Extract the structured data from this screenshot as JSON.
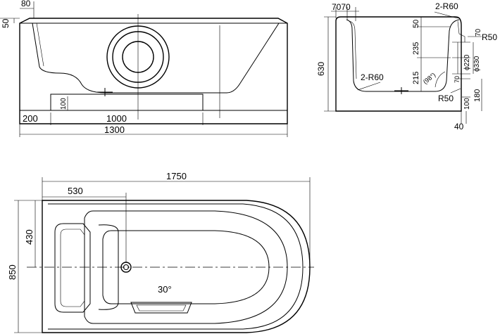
{
  "front_view": {
    "dims": {
      "top_80": "80",
      "side_50": "50",
      "inner_100": "100",
      "left_200": "200",
      "len_1000": "1000",
      "len_1300": "1300"
    }
  },
  "side_view": {
    "dims": {
      "top_7070": "7070",
      "top_2r60": "2-R60",
      "h_630": "630",
      "h_50": "50",
      "h_235": "235",
      "h_215": "215",
      "angle_98": "(98°)",
      "inner_2r60": "2-R60",
      "r70": "70",
      "r50_top": "R50",
      "phi220": "ϕ220",
      "phi330": "ϕ330",
      "s70": "70",
      "r50_bottom": "R50",
      "h_100": "100",
      "h_180": "180",
      "w_40": "40"
    }
  },
  "plan_view": {
    "dims": {
      "len_1750": "1750",
      "len_530": "530",
      "w_430": "430",
      "w_850": "850",
      "angle_30": "30°"
    }
  }
}
